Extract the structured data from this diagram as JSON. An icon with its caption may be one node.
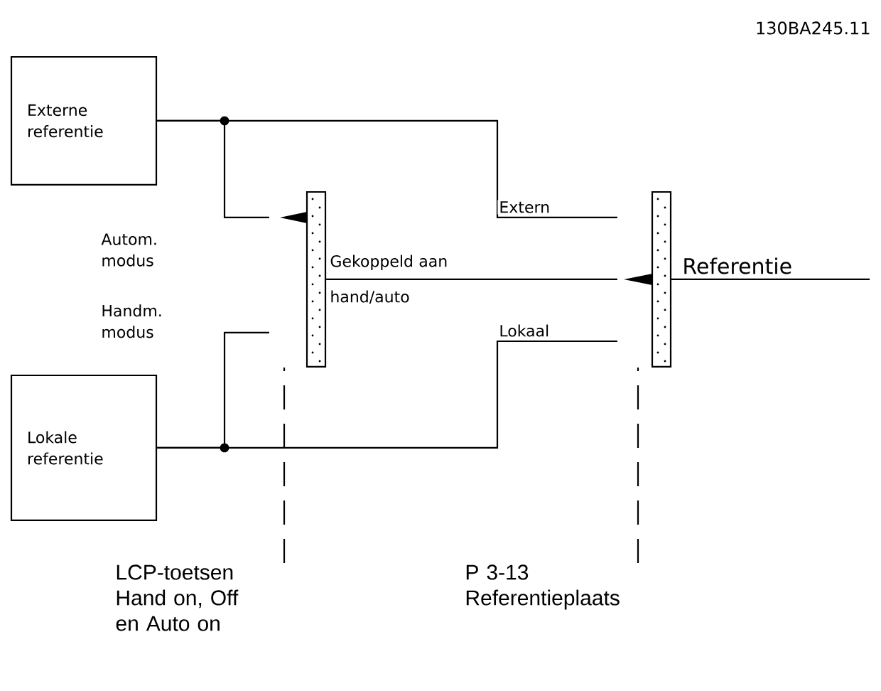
{
  "diagram": {
    "nodes": [
      {
        "text": [
          "Externe referentie"
        ]
      },
      {
        "text": [
          "Lokale referentie"
        ]
      },
      {
        "text": [],
        "shape": "bar"
      },
      {
        "text": [],
        "shape": "bar"
      },
      {
        "text": [
          "LCP-toetsen Hand on, Off en Auto on"
        ]
      },
      {
        "text": [
          "P 3-13 Referentieplaats"
        ]
      }
    ],
    "edges": [
      {
        "from": 0,
        "to": 2,
        "arrow": "none"
      },
      {
        "from": 0,
        "to": 3,
        "arrow": "none",
        "label": "Extern"
      },
      {
        "from": 1,
        "to": 2,
        "arrow": "none"
      },
      {
        "from": 1,
        "to": 3,
        "arrow": "none",
        "label": "Lokaal"
      },
      {
        "from": 2,
        "to": 3,
        "arrow": "none",
        "label": "Gekoppeld aan hand/auto"
      },
      {
        "from": 3,
        "to": null,
        "arrow": "none",
        "label": "Referentie"
      },
      {
        "from": 4,
        "to": 2,
        "arrow": "none",
        "style": "dashed"
      },
      {
        "from": 5,
        "to": 3,
        "arrow": "none",
        "style": "dashed"
      }
    ],
    "labels": [
      "130BA245.11",
      "Autom. modus",
      "Handm. modus"
    ]
  }
}
